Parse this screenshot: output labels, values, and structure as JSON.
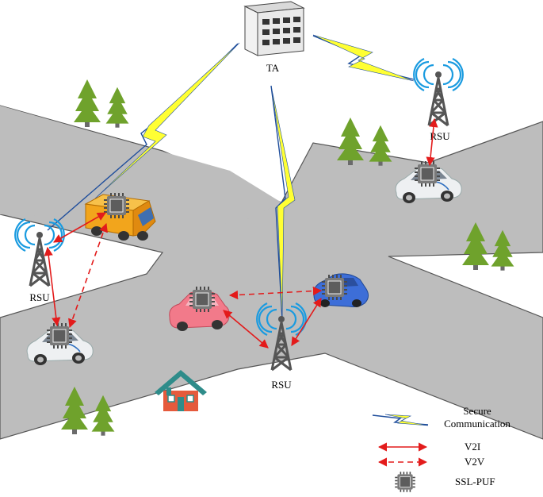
{
  "nodes": {
    "ta": "TA",
    "rsu_left": "RSU",
    "rsu_top_right": "RSU",
    "rsu_center": "RSU"
  },
  "legend": {
    "secure_line1": "Secure",
    "secure_line2": "Communication",
    "v2i": "V2I",
    "v2v": "V2V",
    "puf": "SSL-PUF"
  },
  "colors": {
    "road": "#bdbdbd",
    "lightning": "#ffff33",
    "link": "#1f4e9c",
    "arrow": "#e31b1b",
    "tree": "#6a9a2a",
    "tower": "#555555",
    "signal": "#1a9be0"
  },
  "icons": [
    "building-icon",
    "tower-icon",
    "tree-icon",
    "car-icon",
    "truck-icon",
    "house-icon",
    "chip-icon",
    "lightning-icon"
  ]
}
